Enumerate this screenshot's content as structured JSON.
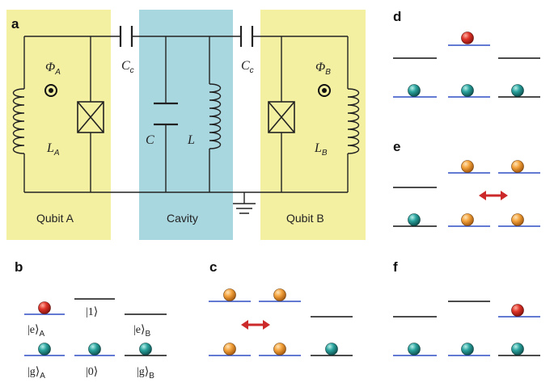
{
  "panels": {
    "a": "a",
    "b": "b",
    "c": "c",
    "d": "d",
    "e": "e",
    "f": "f"
  },
  "circuit": {
    "qubit_a_label": "Qubit A",
    "qubit_b_label": "Qubit B",
    "cavity_label": "Cavity",
    "cc_left_symbol": "C",
    "cc_left_sub": "c",
    "cc_right_symbol": "C",
    "cc_right_sub": "c",
    "phi_a_symbol": "Φ",
    "phi_a_sub": "A",
    "phi_b_symbol": "Φ",
    "phi_b_sub": "B",
    "la_symbol": "L",
    "la_sub": "A",
    "lb_symbol": "L",
    "lb_sub": "B",
    "c_symbol": "C",
    "l_symbol": "L",
    "colors": {
      "qubit_bg": "#f4f0a2",
      "cavity_bg": "#a9d7e0"
    }
  },
  "states": {
    "e_a": "|e⟩",
    "e_a_sub": "A",
    "one": "|1⟩",
    "e_b": "|e⟩",
    "e_b_sub": "B",
    "g_a": "|g⟩",
    "g_a_sub": "A",
    "zero": "|0⟩",
    "g_b": "|g⟩",
    "g_b_sub": "B"
  },
  "colors": {
    "red_ball": "#d62c22",
    "teal_ball": "#2b9a98",
    "orange_ball": "#f0a040",
    "blue_level": "#2e4fc2",
    "black_level": "#111111",
    "arrow": "#cc2a2a"
  }
}
